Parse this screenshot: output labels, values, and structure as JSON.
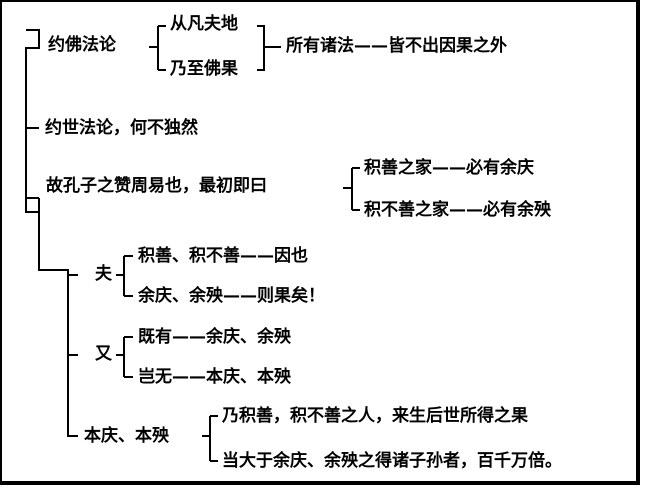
{
  "nodes": {
    "fofa": "约佛法论",
    "fanfu": "从凡夫地",
    "zhifo": "乃至佛果",
    "suoyou": "所有诸法——皆不出因果之外",
    "shifa": "约世法论，何不独然",
    "kongzi": "故孔子之赞周易也，最初即曰",
    "jishan_qing": "积善之家——必有余庆",
    "jibushan_yang": "积不善之家——必有余殃",
    "fu": "夫",
    "yin": "积善、积不善——因也",
    "guo": "余庆、余殃——则果矣！",
    "you": "又",
    "jiyou": "既有——余庆、余殃",
    "qiwu": "岂无——本庆、本殃",
    "benqing": "本庆、本殃",
    "laisheng": "乃积善，积不善之人，来生后世所得之果",
    "dangda": "当大于余庆、余殃之得诸子孙者，百千万倍。"
  }
}
